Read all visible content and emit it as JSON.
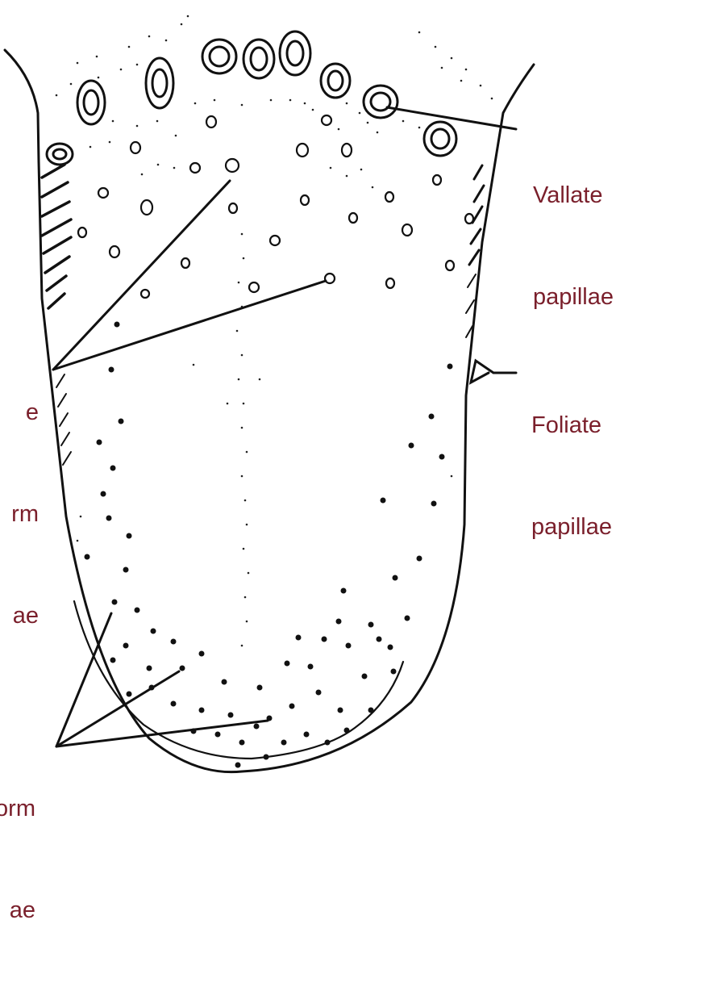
{
  "labels": {
    "vallate": [
      "Vallate",
      "papillae"
    ],
    "foliate": [
      "Foliate",
      "papillae"
    ],
    "fungiform": [
      "e",
      "rm",
      "ae"
    ],
    "filiform": [
      "orm",
      "ae"
    ]
  },
  "colors": {
    "label_text": "#7a1f2b",
    "line_art": "#111111",
    "background": "#ffffff"
  }
}
